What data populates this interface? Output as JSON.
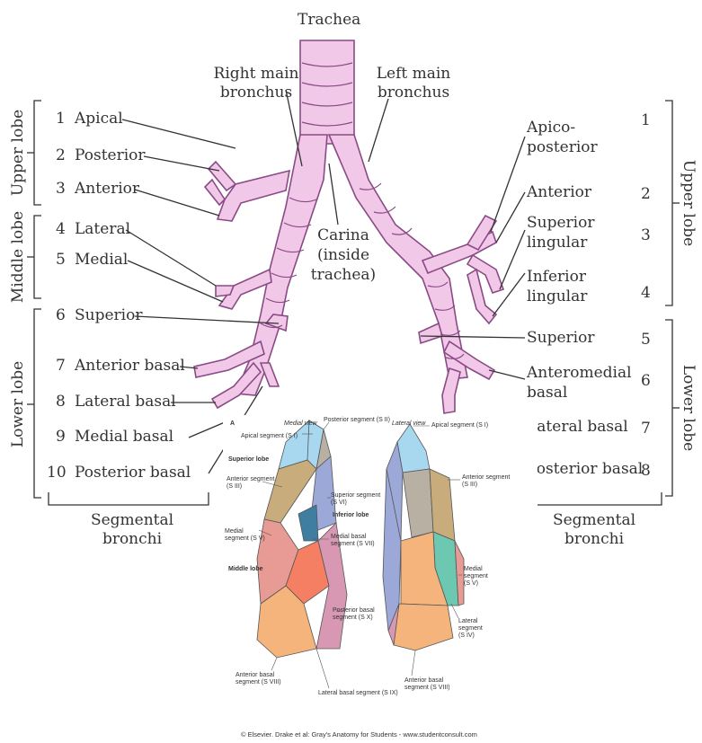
{
  "top": {
    "trachea": "Trachea",
    "right_main": [
      "Right main",
      "bronchus"
    ],
    "left_main": [
      "Left main",
      "bronchus"
    ],
    "carina": [
      "Carina",
      "(inside",
      "trachea)"
    ]
  },
  "left_lobes": [
    "Upper lobe",
    "Middle lobe",
    "Lower lobe"
  ],
  "right_lobes": [
    "Upper lobe",
    "Lower lobe"
  ],
  "right_segments": [
    {
      "num": "1",
      "name": "Apical"
    },
    {
      "num": "2",
      "name": "Posterior"
    },
    {
      "num": "3",
      "name": "Anterior"
    },
    {
      "num": "4",
      "name": "Lateral"
    },
    {
      "num": "5",
      "name": "Medial"
    },
    {
      "num": "6",
      "name": "Superior"
    },
    {
      "num": "7",
      "name": "Anterior basal"
    },
    {
      "num": "8",
      "name": "Lateral basal"
    },
    {
      "num": "9",
      "name": "Medial basal"
    },
    {
      "num": "10",
      "name": "Posterior basal"
    }
  ],
  "left_segments": [
    {
      "name": [
        "Apico-",
        "posterior"
      ],
      "num": "1"
    },
    {
      "name": [
        "Anterior"
      ],
      "num": "2"
    },
    {
      "name": [
        "Superior",
        "lingular"
      ],
      "num": "3"
    },
    {
      "name": [
        "Inferior",
        "lingular"
      ],
      "num": "4"
    },
    {
      "name": [
        "Superior"
      ],
      "num": "5"
    },
    {
      "name": [
        "Anteromedial",
        "basal"
      ],
      "num": "6"
    },
    {
      "name": [
        "Lateral basal"
      ],
      "num": "7"
    },
    {
      "name": [
        "Posterior basal"
      ],
      "num": "8"
    }
  ],
  "segmental_bronchi": [
    "Segmental",
    "bronchi"
  ],
  "lung_figure": {
    "panel_letter": "A",
    "medial_view": "Medial view",
    "lateral_view": "Lateral view",
    "superior_lobe": "Superior lobe",
    "inferior_lobe": "Inferior lobe",
    "middle_lobe": "Middle lobe",
    "labels": {
      "apical_m": "Apical segment (S I)",
      "posterior_m": "Posterior segment (S II)",
      "anterior_m": [
        "Anterior segment",
        "(S III)"
      ],
      "superior_m": [
        "Superior segment",
        "(S VI)"
      ],
      "medial_m": [
        "Medial",
        "segment (S V)"
      ],
      "medial_basal_m": [
        "Medial basal",
        "segment (S VII)"
      ],
      "posterior_basal_m": [
        "Posterior basal",
        "segment (S X)"
      ],
      "anterior_basal_m": [
        "Anterior basal",
        "segment (S VIII)"
      ],
      "lateral_basal_m": "Lateral basal segment (S IX)",
      "apical_l": "Apical segment (S I)",
      "anterior_l": [
        "Anterior segment",
        "(S III)"
      ],
      "medial_l": [
        "Medial",
        "segment",
        "(S V)"
      ],
      "lateral_l": [
        "Lateral",
        "segment",
        "(S IV)"
      ],
      "anterior_basal_l": [
        "Anterior basal",
        "segment (S VIII)"
      ]
    },
    "credit": "© Elsevier. Drake et al: Gray's Anatomy for Students - www.studentconsult.com"
  },
  "colors": {
    "bronchus_fill": "#f2c8e8",
    "bronchus_stroke": "#8a4a86",
    "apical": "#a8d8f0",
    "posterior": "#b9b0a4",
    "anterior": "#c8ac7c",
    "superior": "#9ba8d8",
    "medial": "#e89a94",
    "medial_basal": "#f47f62",
    "posterior_basal": "#d898b4",
    "anterior_basal": "#f4b47c",
    "lateral_basal": "#f0a48e",
    "lateral_l": "#6cc8b0",
    "dark_blue": "#3f7ea0"
  }
}
